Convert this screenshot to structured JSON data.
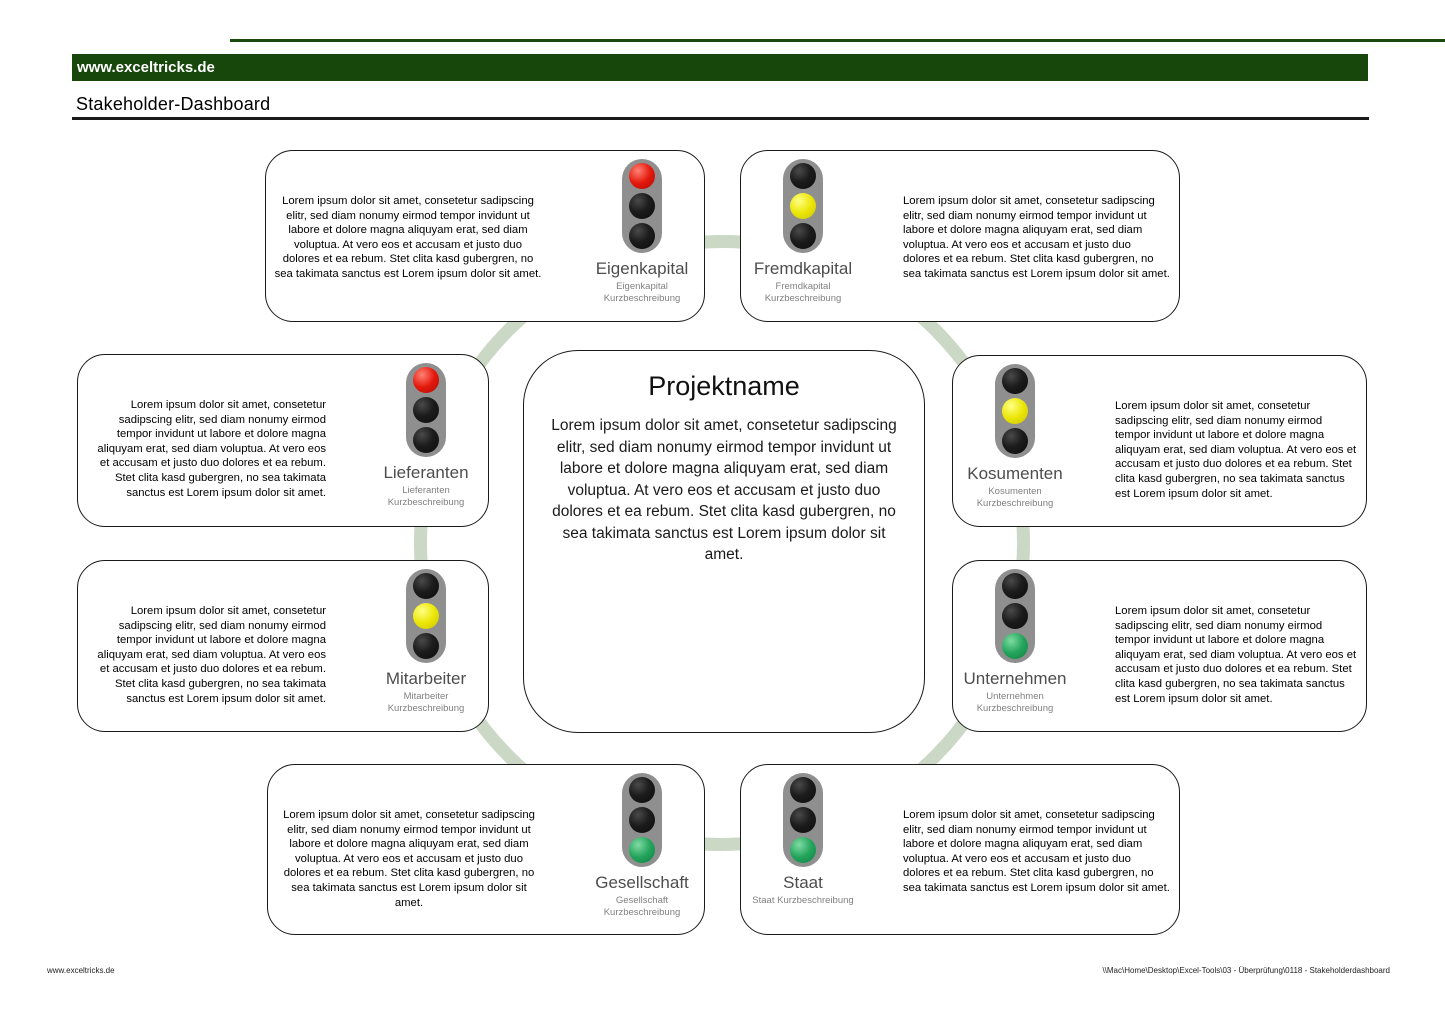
{
  "header": {
    "site": "www.exceltricks.de",
    "title": "Stakeholder-Dashboard"
  },
  "colors": {
    "brand_green": "#17470b",
    "ring_green": "#cbd8c5",
    "status_red": "#e4190d",
    "status_yellow": "#ece607",
    "status_green": "#23a45c",
    "traffic_light_body": "#8f8f8f"
  },
  "center": {
    "title": "Projektname",
    "description": "Lorem ipsum dolor sit amet, consetetur sadipscing elitr, sed diam nonumy eirmod tempor invidunt ut labore et dolore magna aliquyam erat, sed diam voluptua. At vero eos et accusam et justo duo dolores et ea rebum. Stet clita kasd gubergren, no sea takimata sanctus est Lorem ipsum dolor sit amet."
  },
  "cards": [
    {
      "id": "eigenkapital",
      "label": "Eigenkapital",
      "sub_label": "Eigenkapital\nKurzbeschreibung",
      "status": "red",
      "description": "Lorem ipsum dolor sit amet, consetetur sadipscing elitr, sed diam nonumy eirmod tempor invidunt ut labore et dolore magna aliquyam erat, sed diam voluptua. At vero eos et accusam et justo duo dolores et ea rebum. Stet clita kasd gubergren, no sea takimata sanctus est Lorem ipsum dolor sit amet."
    },
    {
      "id": "fremdkapital",
      "label": "Fremdkapital",
      "sub_label": "Fremdkapital\nKurzbeschreibung",
      "status": "yellow",
      "description": "Lorem ipsum dolor sit amet, consetetur sadipscing elitr, sed diam nonumy eirmod tempor invidunt ut labore et dolore magna aliquyam erat, sed diam voluptua. At vero eos et accusam et justo duo dolores et ea rebum. Stet clita kasd gubergren, no sea takimata sanctus est Lorem ipsum dolor sit amet."
    },
    {
      "id": "lieferanten",
      "label": "Lieferanten",
      "sub_label": "Lieferanten\nKurzbeschreibung",
      "status": "red",
      "description": "Lorem ipsum dolor sit amet, consetetur sadipscing elitr, sed diam nonumy eirmod tempor invidunt ut labore et dolore magna aliquyam erat, sed diam voluptua. At vero eos et accusam et justo duo dolores et ea rebum. Stet clita kasd gubergren, no sea takimata sanctus est Lorem ipsum dolor sit amet."
    },
    {
      "id": "kosumenten",
      "label": "Kosumenten",
      "sub_label": "Kosumenten\nKurzbeschreibung",
      "status": "yellow",
      "description": "Lorem ipsum dolor sit amet, consetetur sadipscing elitr, sed diam nonumy eirmod tempor invidunt ut labore et dolore magna aliquyam erat, sed diam voluptua. At vero eos et accusam et justo duo dolores et ea rebum. Stet clita kasd gubergren, no sea takimata sanctus est Lorem ipsum dolor sit amet."
    },
    {
      "id": "mitarbeiter",
      "label": "Mitarbeiter",
      "sub_label": "Mitarbeiter\nKurzbeschreibung",
      "status": "yellow",
      "description": "Lorem ipsum dolor sit amet, consetetur sadipscing elitr, sed diam nonumy eirmod tempor invidunt ut labore et dolore magna aliquyam erat, sed diam voluptua. At vero eos et accusam et justo duo dolores et ea rebum. Stet clita kasd gubergren, no sea takimata sanctus est Lorem ipsum dolor sit amet."
    },
    {
      "id": "unternehmen",
      "label": "Unternehmen",
      "sub_label": "Unternehmen\nKurzbeschreibung",
      "status": "green",
      "description": "Lorem ipsum dolor sit amet, consetetur sadipscing elitr, sed diam nonumy eirmod tempor invidunt ut labore et dolore magna aliquyam erat, sed diam voluptua. At vero eos et accusam et justo duo dolores et ea rebum. Stet clita kasd gubergren, no sea takimata sanctus est Lorem ipsum dolor sit amet."
    },
    {
      "id": "gesellschaft",
      "label": "Gesellschaft",
      "sub_label": "Gesellschaft\nKurzbeschreibung",
      "status": "green",
      "description": "Lorem ipsum dolor sit amet, consetetur sadipscing elitr, sed diam nonumy eirmod tempor invidunt ut labore et dolore magna aliquyam erat, sed diam voluptua. At vero eos et accusam et justo duo dolores et ea rebum. Stet clita kasd gubergren, no sea takimata sanctus est Lorem ipsum dolor sit amet."
    },
    {
      "id": "staat",
      "label": "Staat",
      "sub_label": "Staat Kurzbeschreibung",
      "status": "green",
      "description": "Lorem ipsum dolor sit amet, consetetur sadipscing elitr, sed diam nonumy eirmod tempor invidunt ut labore et dolore magna aliquyam erat, sed diam voluptua. At vero eos et accusam et justo duo dolores et ea rebum. Stet clita kasd gubergren, no sea takimata sanctus est Lorem ipsum dolor sit amet."
    }
  ],
  "footer": {
    "left": "www.exceltricks.de",
    "right": "\\\\Mac\\Home\\Desktop\\Excel-Tools\\03 - Überprüfung\\0118 - Stakeholderdashboard"
  }
}
